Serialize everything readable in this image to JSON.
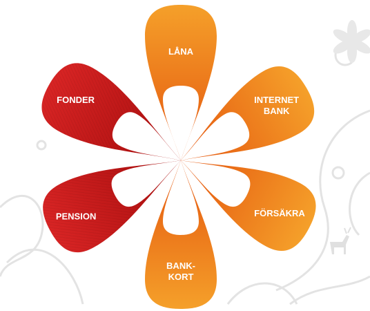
{
  "menu": {
    "petals": [
      {
        "id": "lana",
        "lines": [
          "LÅNA"
        ],
        "color": "orange"
      },
      {
        "id": "internetbank",
        "lines": [
          "INTERNET",
          "BANK"
        ],
        "color": "orange"
      },
      {
        "id": "forsakra",
        "lines": [
          "FÖRSÄKRA"
        ],
        "color": "orange"
      },
      {
        "id": "bankkort",
        "lines": [
          "BANK-",
          "KORT"
        ],
        "color": "orange"
      },
      {
        "id": "pension",
        "lines": [
          "PENSION"
        ],
        "color": "red"
      },
      {
        "id": "fonder",
        "lines": [
          "FONDER"
        ],
        "color": "red"
      }
    ]
  },
  "colors": {
    "orange_light": "#f7941d",
    "orange_dark": "#e8580c",
    "red_light": "#d41f1f",
    "red_dark": "#9c0a0a",
    "background_ornament": "#e6e6e6"
  }
}
